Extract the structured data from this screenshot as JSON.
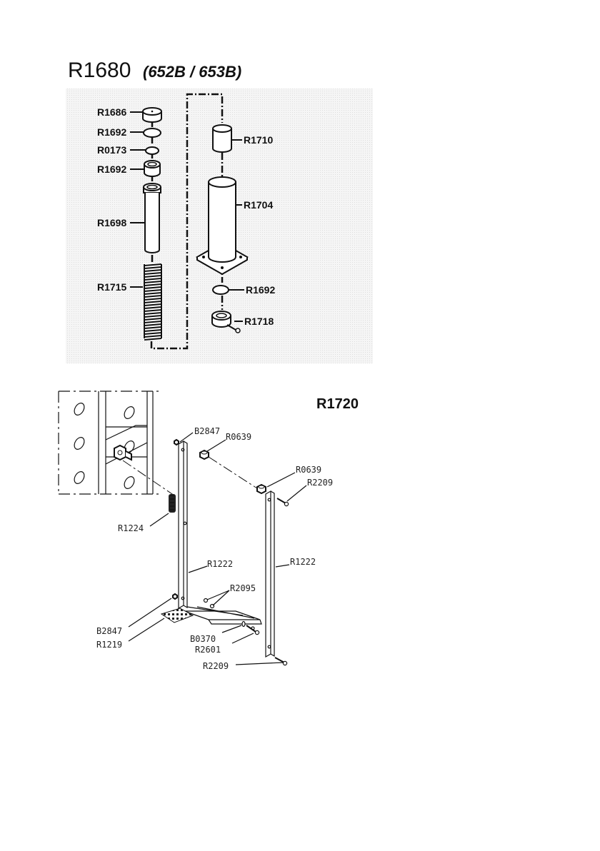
{
  "titles": {
    "main_code": "R1680",
    "main_models": "(652B / 653B)",
    "second_code": "R1720"
  },
  "top_diagram": {
    "left_labels": [
      "R1686",
      "R1692",
      "R0173",
      "R1692",
      "R1698",
      "R1715"
    ],
    "right_labels": [
      "R1710",
      "R1704",
      "R1692",
      "R1718"
    ]
  },
  "bottom_diagram": {
    "labels": {
      "b2847_top": "B2847",
      "r0639_a": "R0639",
      "r0639_b": "R0639",
      "r2209_top": "R2209",
      "r1224": "R1224",
      "r1222_left": "R1222",
      "r1222_right": "R1222",
      "r2095": "R2095",
      "b2847_bottom": "B2847",
      "r1219": "R1219",
      "b0370": "B0370",
      "r2601": "R2601",
      "r2209_bottom": "R2209"
    }
  }
}
